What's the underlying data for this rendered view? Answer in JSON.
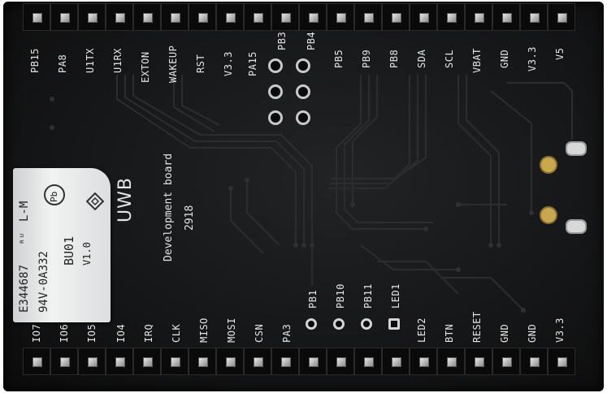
{
  "top_pins": [
    "PB15",
    "PA8",
    "U1TX",
    "U1RX",
    "EXTON",
    "WAKEUP",
    "RST",
    "V3.3",
    "PA15",
    "PB3",
    "PB4",
    "PB5",
    "PB9",
    "PB8",
    "SDA",
    "SCL",
    "VBAT",
    "GND",
    "V3.3",
    "V5"
  ],
  "bottom_pins": [
    "IO7",
    "IO6",
    "IO5",
    "IO4",
    "IRQ",
    "CLK",
    "MISO",
    "MOSI",
    "CSN",
    "PA3",
    "PB1",
    "PB10",
    "PB11",
    "LED1",
    "LED2",
    "BTN",
    "RESET",
    "GND",
    "GND",
    "V3.3"
  ],
  "board_title": "UWB",
  "board_subtitle": "Development board",
  "board_code": "2918",
  "module": {
    "cert": "E344687",
    "ul_mark": "ᴿᵁ",
    "lm": "L-M",
    "rating": "94V-0A332",
    "pb_mark": "Pb",
    "model": "BU01",
    "version": "V1.0"
  },
  "colors": {
    "pcb": "#161718",
    "silkscreen": "#e6e6e6",
    "pads": "#d8d8d8"
  }
}
